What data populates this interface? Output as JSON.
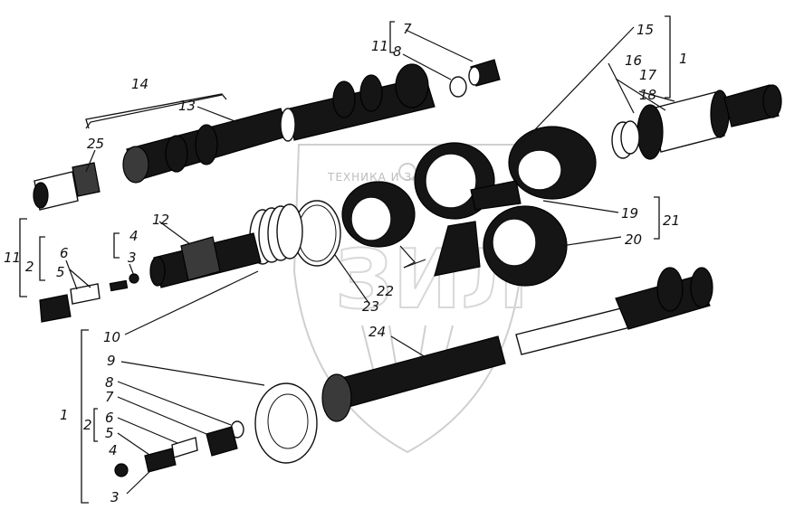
{
  "watermark": {
    "text": "ТЕХНИКА И ЗАПЧАСТИ",
    "letters": "ЗИЛ"
  },
  "callouts": {
    "n1a": "1",
    "n1b": "1",
    "n2a": "2",
    "n2b": "2",
    "n3a": "3",
    "n3b": "3",
    "n4a": "4",
    "n4b": "4",
    "n5a": "5",
    "n5b": "5",
    "n6a": "6",
    "n6b": "6",
    "n7a": "7",
    "n7b": "7",
    "n8a": "8",
    "n8b": "8",
    "n9": "9",
    "n10": "10",
    "n11a": "11",
    "n11b": "11",
    "n12": "12",
    "n13": "13",
    "n14": "14",
    "n15": "15",
    "n16": "16",
    "n17": "17",
    "n18": "18",
    "n19": "19",
    "n20": "20",
    "n21": "21",
    "n22": "22",
    "n23": "23",
    "n24": "24",
    "n25": "25"
  }
}
